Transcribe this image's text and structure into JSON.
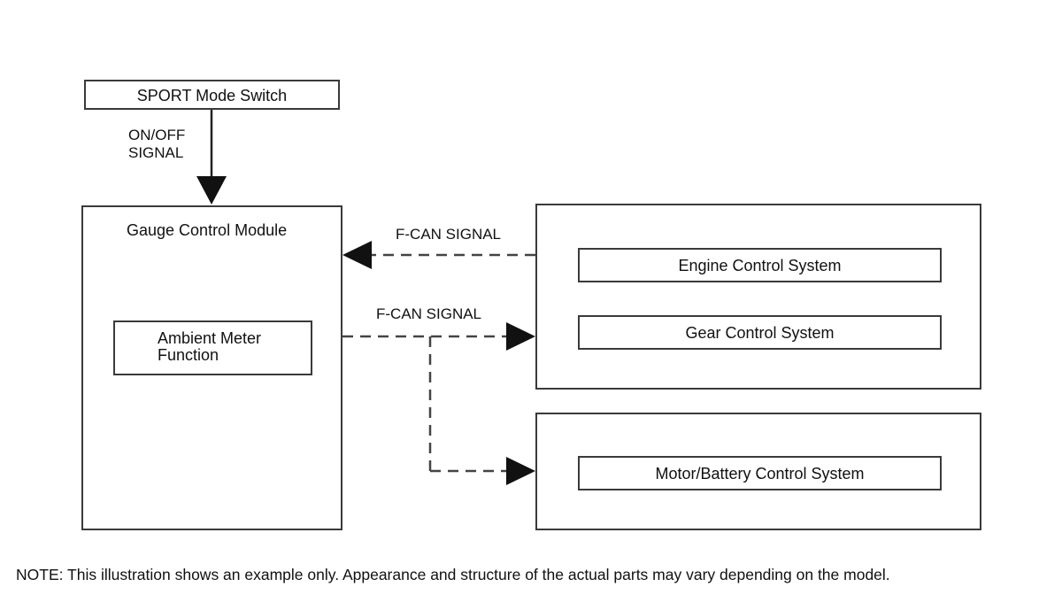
{
  "sport_switch": {
    "label": "SPORT Mode Switch"
  },
  "signal_onoff": {
    "line1": "ON/OFF",
    "line2": "SIGNAL"
  },
  "gauge_module": {
    "title": "Gauge Control Module",
    "ambient": {
      "line1": "Ambient Meter",
      "line2": "Function"
    }
  },
  "fcan_in": {
    "label": "F-CAN SIGNAL"
  },
  "fcan_out": {
    "label": "F-CAN SIGNAL"
  },
  "engine_group": {
    "engine": {
      "label": "Engine Control System"
    },
    "gear": {
      "label": "Gear Control System"
    }
  },
  "motor_group": {
    "motor": {
      "label": "Motor/Battery Control System"
    }
  },
  "note": {
    "text": "NOTE: This illustration shows an example only. Appearance and structure of the actual parts may vary depending on the model."
  }
}
